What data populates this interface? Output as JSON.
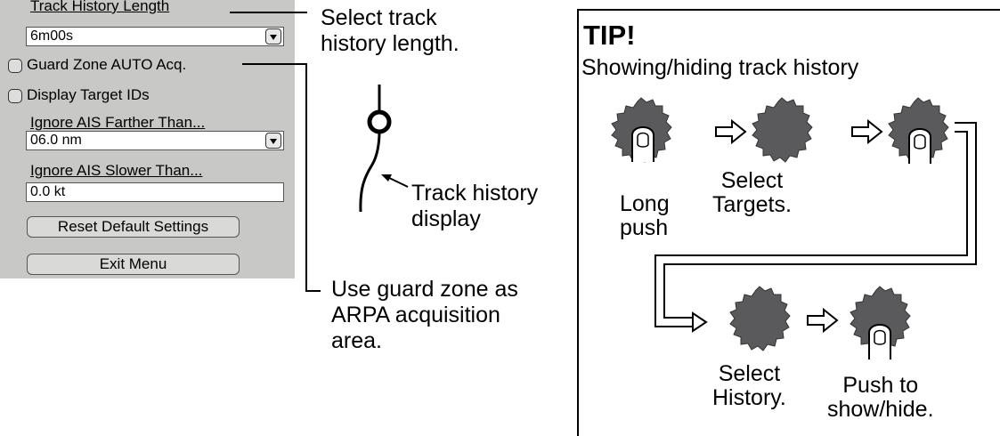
{
  "menu": {
    "track_history_label": "Track History Length",
    "track_history_value": "6m00s",
    "guard_zone_label": "Guard Zone AUTO Acq.",
    "display_ids_label": "Display Target IDs",
    "ignore_farther_label": "Ignore AIS Farther Than...",
    "ignore_farther_value": "06.0 nm",
    "ignore_slower_label": "Ignore AIS Slower Than...",
    "ignore_slower_value": "0.0 kt",
    "reset_button": "Reset Default Settings",
    "exit_button": "Exit Menu"
  },
  "callouts": {
    "select_track_1": "Select track",
    "select_track_2": "history length.",
    "track_display_1": "Track history",
    "track_display_2": "display",
    "guard_1": "Use guard zone as",
    "guard_2": "ARPA acquisition",
    "guard_3": "area."
  },
  "tip": {
    "title": "TIP!",
    "subtitle": "Showing/hiding track history",
    "long_1": "Long",
    "long_2": "push",
    "select_targets_1": "Select",
    "select_targets_2": "Targets.",
    "select_history_1": "Select",
    "select_history_2": "History.",
    "push_1": "Push to",
    "push_2": "show/hide."
  },
  "colors": {
    "menu_bg": "#c8c8c6",
    "dial": "#5a5a5c"
  }
}
